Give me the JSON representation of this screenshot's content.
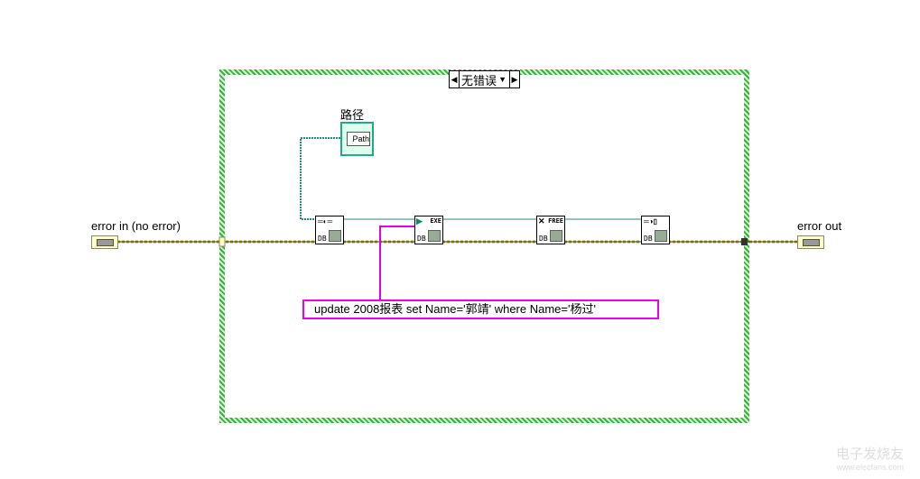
{
  "case_structure": {
    "selector": "无错误"
  },
  "path_control": {
    "label": "路径",
    "text": "Path"
  },
  "nodes": [
    {
      "name": "open-connection",
      "top": "",
      "db": "DB"
    },
    {
      "name": "execute-query",
      "top": "EXE",
      "db": "DB"
    },
    {
      "name": "free-object",
      "top": "FREE",
      "db": "DB"
    },
    {
      "name": "close-connection",
      "top": "",
      "db": "DB"
    }
  ],
  "sql_constant": "update 2008报表 set Name='郭靖' where Name='杨过'",
  "error_in": {
    "label": "error in (no error)"
  },
  "error_out": {
    "label": "error out"
  },
  "watermark": {
    "title": "电子发烧友",
    "url": "www.elecfans.com"
  },
  "colors": {
    "error_wire": "#b8a800",
    "ref_wire": "#2a8a80",
    "string_wire": "#e000e0",
    "frame": "#44aa44"
  }
}
